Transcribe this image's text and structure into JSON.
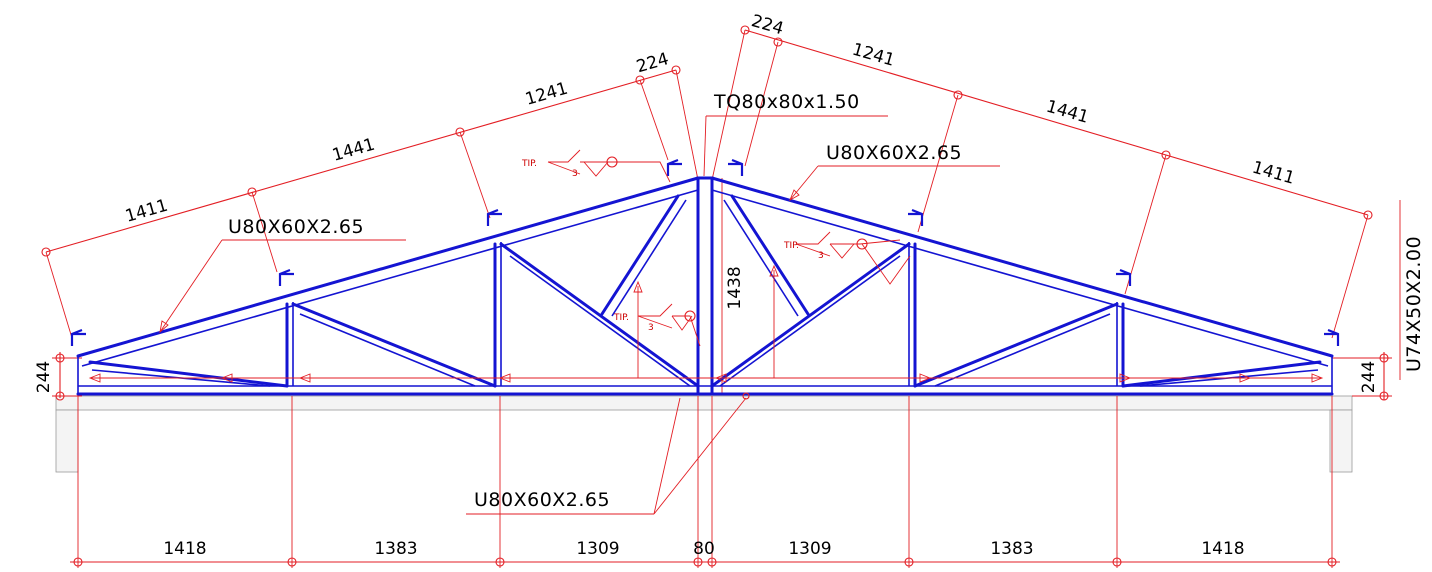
{
  "dimensions": {
    "top_left": [
      "1411",
      "1441",
      "1241",
      "224"
    ],
    "top_right": [
      "224",
      "1241",
      "1441",
      "1411"
    ],
    "bottom": [
      "1418",
      "1383",
      "1309",
      "80",
      "1309",
      "1383",
      "1418"
    ],
    "height_center": "1438",
    "height_left": "244",
    "height_right": "244"
  },
  "labels": {
    "ridge_post": "TQ80x80x1.50",
    "top_chord_right": "U80X60X2.65",
    "top_chord_left": "U80X60X2.65",
    "bottom_chord": "U80X60X2.65",
    "purlin_section": "U74X50X2.00"
  },
  "weld_symbols": {
    "left_upper": {
      "tag": "TIP.",
      "size": "3"
    },
    "center": {
      "tag": "TIP.",
      "size": "3"
    },
    "right": {
      "tag": "TIP.",
      "size": "3"
    }
  },
  "colors": {
    "steel": "#1414d2",
    "annotation": "#e31e24"
  }
}
